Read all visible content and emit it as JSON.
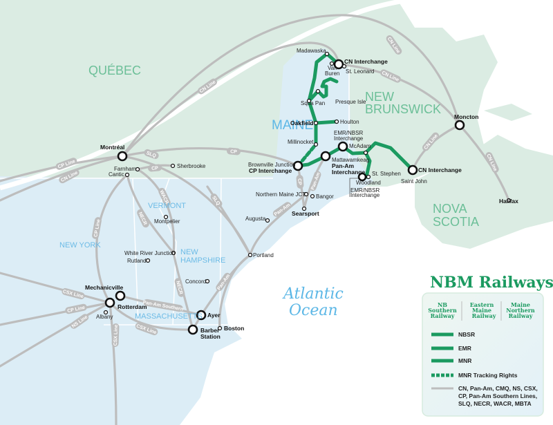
{
  "legend": {
    "title": "NBM Railways",
    "logos": [
      [
        "NB",
        "Southern",
        "Railway"
      ],
      [
        "Eastern",
        "Maine",
        "Railway"
      ],
      [
        "Maine",
        "Northern",
        "Railway"
      ]
    ],
    "items": [
      "NBSR",
      "EMR",
      "MNR",
      "MNR Tracking Rights"
    ],
    "other_lines": [
      "CN, Pan-Am, CMQ, NS, CSX,",
      "CP, Pan-Am Southern Lines,",
      "SLQ, NECR, WACR, MBTA"
    ],
    "colors": {
      "nbm": "#1b9a60",
      "other": "#bdbdbd"
    }
  },
  "regions": {
    "quebec": "QUÉBEC",
    "new_brunswick": [
      "NEW",
      "BRUNSWICK"
    ],
    "maine": "MAINE",
    "nova_scotia": [
      "NOVA",
      "SCOTIA"
    ],
    "new_york": "NEW YORK",
    "vermont": "VERMONT",
    "new_hampshire": [
      "NEW",
      "HAMPSHIRE"
    ],
    "massachusetts": "MASSACHUSETTS",
    "ocean": [
      "Atlantic",
      "Ocean"
    ]
  },
  "stations": {
    "montreal": "Montréal",
    "farnham": "Farnham",
    "cantic": "Cantic",
    "sherbrooke": "Sherbrooke",
    "mechanicville": "Mechanicville",
    "rotterdam": "Rotterdam",
    "albany": "Albany",
    "montpelier": "Montpelier",
    "white_river": "White River Junction",
    "rutland": "Rutland",
    "concord": "Concord",
    "ayer": "Ayer",
    "barber": [
      "Barber",
      "Station"
    ],
    "boston": "Boston",
    "portland": "Portland",
    "augusta": "Augusta",
    "northern_maine": "Northern Maine JCT",
    "bangor": "Bangor",
    "searsport": "Searsport",
    "brownville": [
      "Brownville Junction",
      "CP Interchange"
    ],
    "millinocket": "Millinocket",
    "oakfield": "Oakfield",
    "houlton": "Houlton",
    "squa_pan": "Squa Pan",
    "presque_isle": "Presque Isle",
    "madawaska": "Madawaska",
    "cn_interchange_north": "CN Interchange",
    "van_buren": [
      "Van",
      "Buren"
    ],
    "st_leonard": "St. Leonard",
    "emr_nbsr_north": [
      "EMR/NBSR",
      "Interchange"
    ],
    "mattawamkeag": [
      "Mattawamkeag",
      "Pan-Am",
      "Interchange"
    ],
    "mcadam": "McAdam",
    "st_stephen": "St. Stephen",
    "woodland": "Woodland",
    "emr_nbsr_south": [
      "EMR/NBSR",
      "Interchange"
    ],
    "saint_john": "Saint John",
    "cn_interchange_east": "CN Interchange",
    "moncton": "Moncton",
    "halifax": "Halifax"
  },
  "line_labels": {
    "cn": "CN Line",
    "cp_line": "CP Line",
    "cp": "CP",
    "slq": "SLQ",
    "wacr": "WACR",
    "necr": "NECR",
    "csx": "CSX Line",
    "ns": "NS Line",
    "pan_am": "Pan-Am",
    "pan_am_southern": "Pan-Am Southern"
  }
}
